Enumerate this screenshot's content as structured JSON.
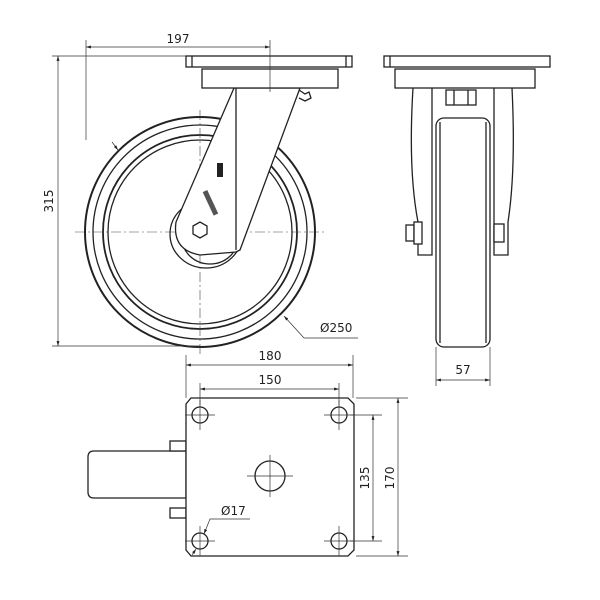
{
  "drawing": {
    "title": "Swivel caster technical drawing",
    "front_view": {
      "offset_dim": "197",
      "height_dim": "315",
      "wheel_diameter": "Ø250"
    },
    "side_view": {
      "wheel_width_dim": "57"
    },
    "top_plate_view": {
      "plate_width_dim": "180",
      "hole_spacing_width_dim": "150",
      "hole_spacing_length_dim": "135",
      "plate_length_dim": "170",
      "hole_diameter": "Ø17"
    },
    "line_color": "#222222"
  }
}
